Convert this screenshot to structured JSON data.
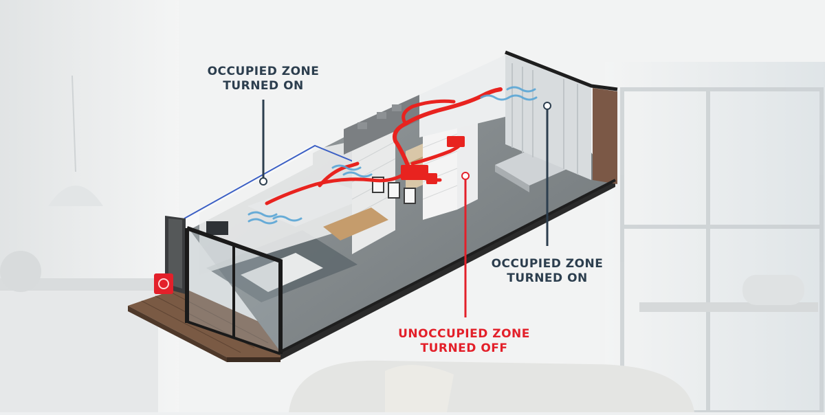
{
  "labels": {
    "occupied_left": {
      "line1": "OCCUPIED ZONE",
      "line2": "TURNED ON"
    },
    "occupied_right": {
      "line1": "OCCUPIED ZONE",
      "line2": "TURNED ON"
    },
    "unoccupied": {
      "line1": "UNOCCUPIED ZONE",
      "line2": "TURNED OFF"
    }
  },
  "colors": {
    "label_dark": "#2c3e4e",
    "label_red": "#e3202a",
    "duct_red": "#e8231f",
    "airflow_blue": "#5aa6d6",
    "wall_dark": "#1e1e1e",
    "floor": "#7d8487",
    "deck": "#7a5a44"
  },
  "icons": [
    "airflow-icon",
    "control-unit-icon"
  ]
}
